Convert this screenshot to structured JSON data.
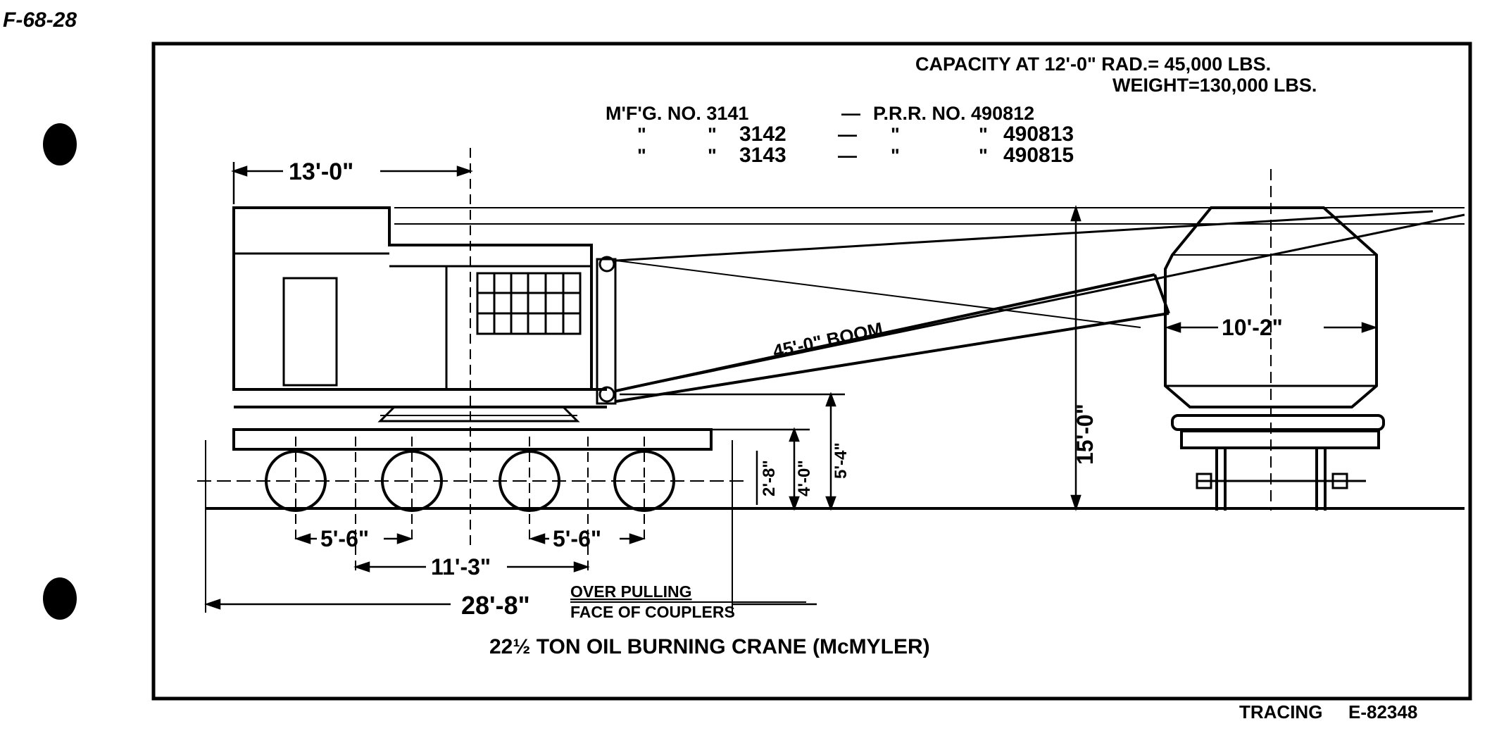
{
  "sheet": {
    "file_code": "F-68-28",
    "tracing_label": "TRACING",
    "tracing_number": "E-82348"
  },
  "specs": {
    "capacity": "CAPACITY AT 12'-0\" RAD.= 45,000 LBS.",
    "weight": "WEIGHT=130,000 LBS."
  },
  "numbers_table": {
    "header": {
      "mfg": "M'F'G. NO. 3141",
      "dash": "—",
      "prr": "P.R.R. NO. 490812"
    },
    "rows": [
      {
        "ditto1": "\"",
        "ditto2": "\"",
        "mfg": "3142",
        "dash": "—",
        "ditto3": "\"",
        "ditto4": "\"",
        "prr": "490813"
      },
      {
        "ditto1": "\"",
        "ditto2": "\"",
        "mfg": "3143",
        "dash": "—",
        "ditto3": "\"",
        "ditto4": "\"",
        "prr": "490815"
      }
    ]
  },
  "dimensions": {
    "cab_length": "13'-0\"",
    "boom_length": "45'-0\" BOOM",
    "body_width": "10'-2\"",
    "overall_height": "15'-0\"",
    "axle_spacing_left": "5'-6\"",
    "axle_spacing_right": "5'-6\"",
    "truck_centers": "11'-3\"",
    "overall_length": "28'-8\"",
    "overall_note_1": "OVER PULLING",
    "overall_note_2": "FACE OF COUPLERS",
    "dim_a": "2'-8\"",
    "dim_b": "4'-0\"",
    "dim_c": "5'-4\""
  },
  "title": "22½ TON OIL BURNING CRANE (McMYLER)"
}
